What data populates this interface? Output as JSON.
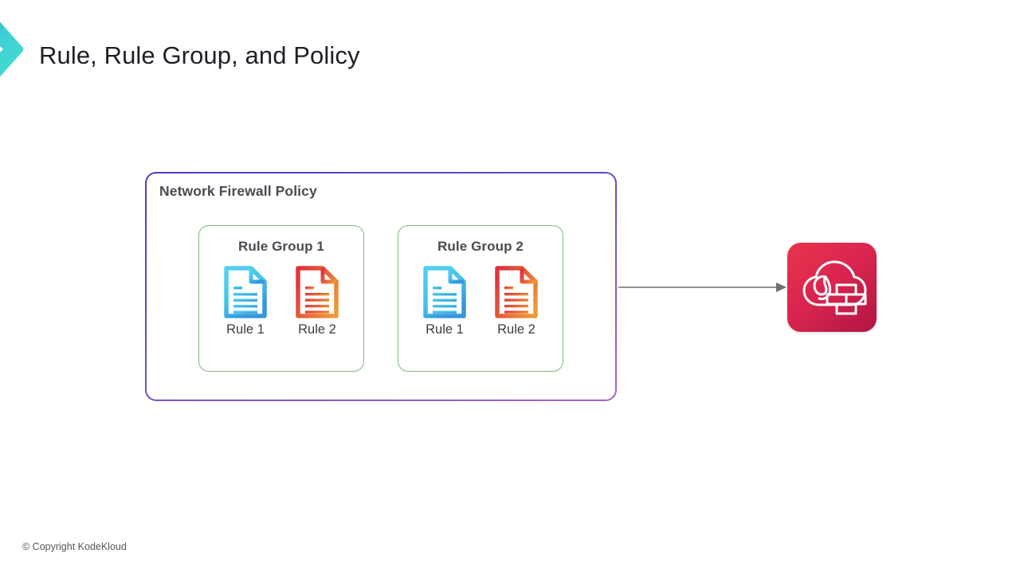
{
  "slide": {
    "title": "Rule, Rule Group, and Policy",
    "logo_icon": "chevron-right-logo",
    "copyright": "© Copyright KodeKloud"
  },
  "diagram": {
    "policy": {
      "title": "Network Firewall Policy",
      "border_color": "#5a43c6",
      "groups": [
        {
          "title": "Rule Group 1",
          "border_color": "#7fb77f",
          "rules": [
            {
              "label": "Rule 1",
              "icon": "document-icon",
              "color_start": "#4dc8ea",
              "color_end": "#3aa8e0"
            },
            {
              "label": "Rule 2",
              "icon": "document-icon",
              "color_start": "#e0383c",
              "color_end": "#ef8f35"
            }
          ]
        },
        {
          "title": "Rule Group 2",
          "border_color": "#7fb77f",
          "rules": [
            {
              "label": "Rule 1",
              "icon": "document-icon",
              "color_start": "#4dc8ea",
              "color_end": "#3aa8e0"
            },
            {
              "label": "Rule 2",
              "icon": "document-icon",
              "color_start": "#e0383c",
              "color_end": "#ef8f35"
            }
          ]
        }
      ]
    },
    "connector": {
      "icon": "arrow-right-icon",
      "color": "#6e6e73",
      "label": ""
    },
    "service": {
      "icon": "aws-network-firewall-icon",
      "color_start": "#e8344b",
      "color_end": "#b01543"
    }
  }
}
